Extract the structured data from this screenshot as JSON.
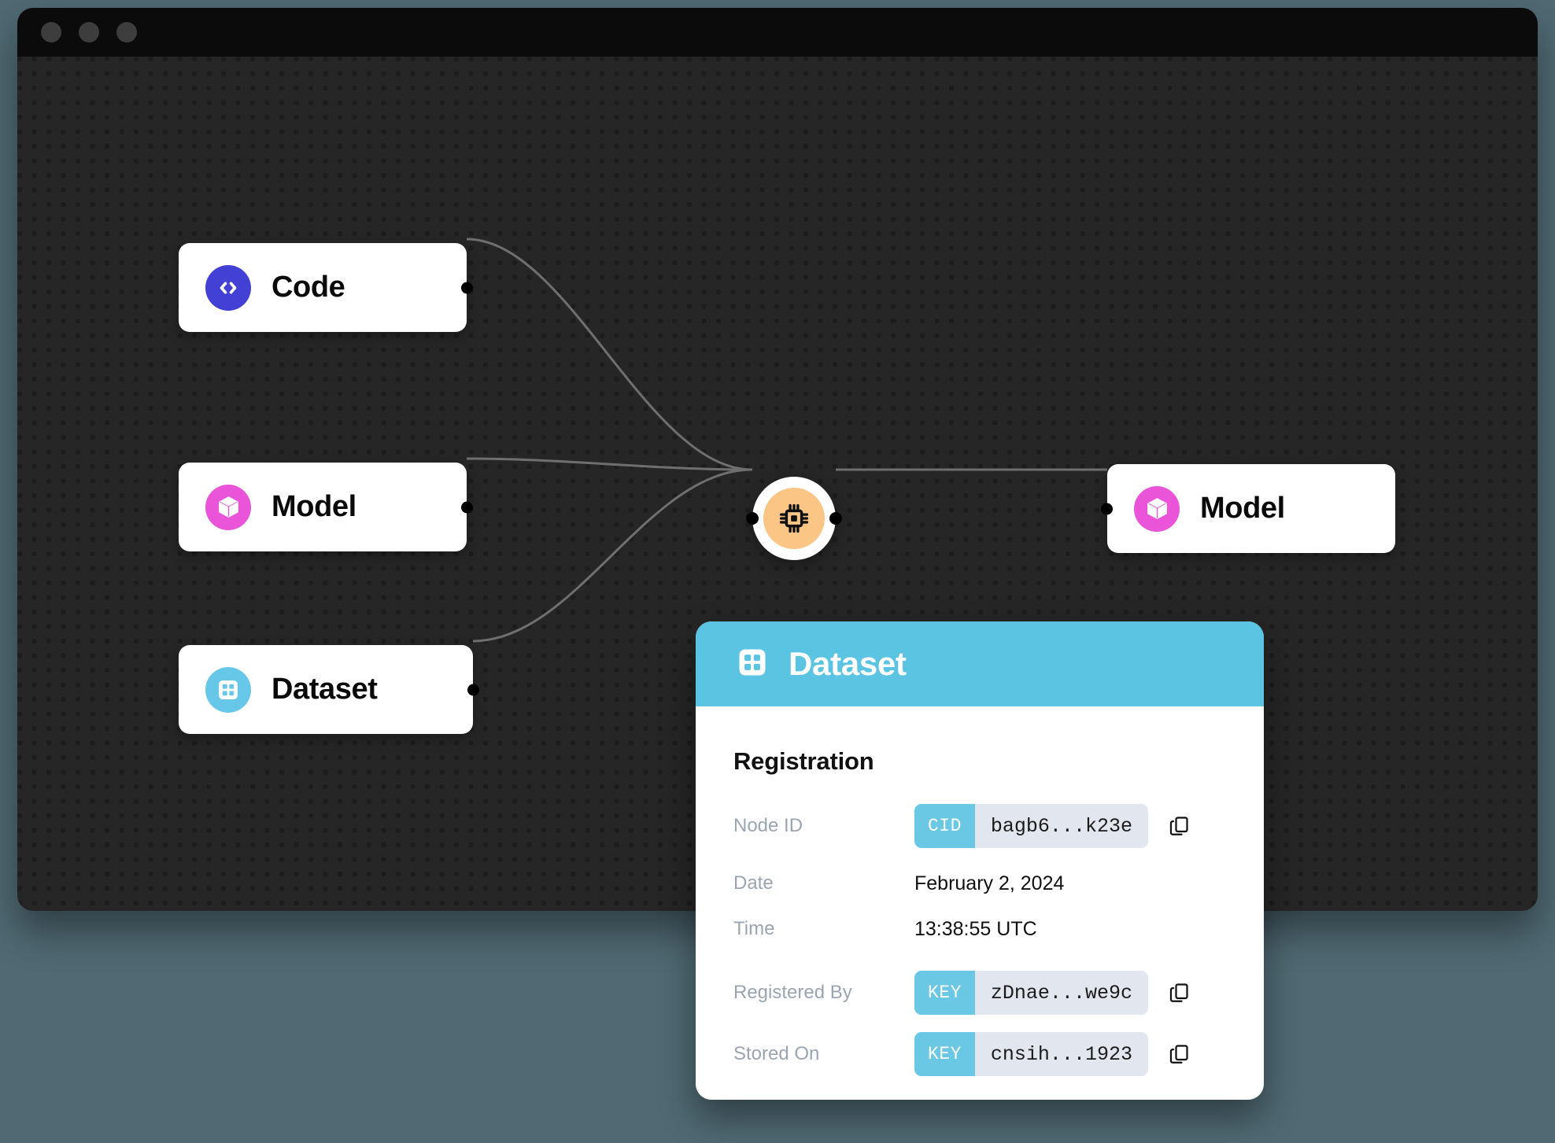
{
  "window": {
    "traffic_lights": [
      "close-dot",
      "minimize-dot",
      "maximize-dot"
    ]
  },
  "graph": {
    "nodes": [
      {
        "id": "code",
        "label": "Code",
        "icon": "code-brackets-icon",
        "color": "#4340d6"
      },
      {
        "id": "model-in",
        "label": "Model",
        "icon": "cube-icon",
        "color": "#e954d8"
      },
      {
        "id": "dataset",
        "label": "Dataset",
        "icon": "grid-table-icon",
        "color": "#67c7e8"
      },
      {
        "id": "process",
        "label": "",
        "icon": "cpu-chip-icon",
        "color": "#fbc586"
      },
      {
        "id": "model-out",
        "label": "Model",
        "icon": "cube-icon",
        "color": "#e954d8"
      }
    ],
    "edges": [
      {
        "from": "code",
        "to": "process"
      },
      {
        "from": "model-in",
        "to": "process"
      },
      {
        "from": "dataset",
        "to": "process"
      },
      {
        "from": "process",
        "to": "model-out"
      }
    ],
    "edge_color": "#6f6f6f",
    "port_color": "#000000"
  },
  "panel": {
    "header": {
      "title": "Dataset",
      "icon": "grid-table-icon",
      "background": "#5bc4e3"
    },
    "section_title": "Registration",
    "rows": [
      {
        "label": "Node ID",
        "type": "chip",
        "tag": "CID",
        "value": "bagb6...k23e",
        "copy": "copy-icon"
      },
      {
        "label": "Date",
        "type": "plain",
        "value": "February 2, 2024"
      },
      {
        "label": "Time",
        "type": "plain",
        "value": "13:38:55 UTC"
      },
      {
        "label": "Registered By",
        "type": "chip",
        "tag": "KEY",
        "value": "zDnae...we9c",
        "copy": "copy-icon"
      },
      {
        "label": "Stored On",
        "type": "chip",
        "tag": "KEY",
        "value": "cnsih...1923",
        "copy": "copy-icon"
      }
    ]
  },
  "colors": {
    "page_background": "#506973",
    "canvas_background": "#262626",
    "canvas_dots": "#1d1d1d",
    "titlebar": "#0b0b0b",
    "accent_blue": "#5bc4e3",
    "accent_pink": "#e954d8",
    "accent_indigo": "#4340d6",
    "accent_orange": "#fbc586"
  }
}
